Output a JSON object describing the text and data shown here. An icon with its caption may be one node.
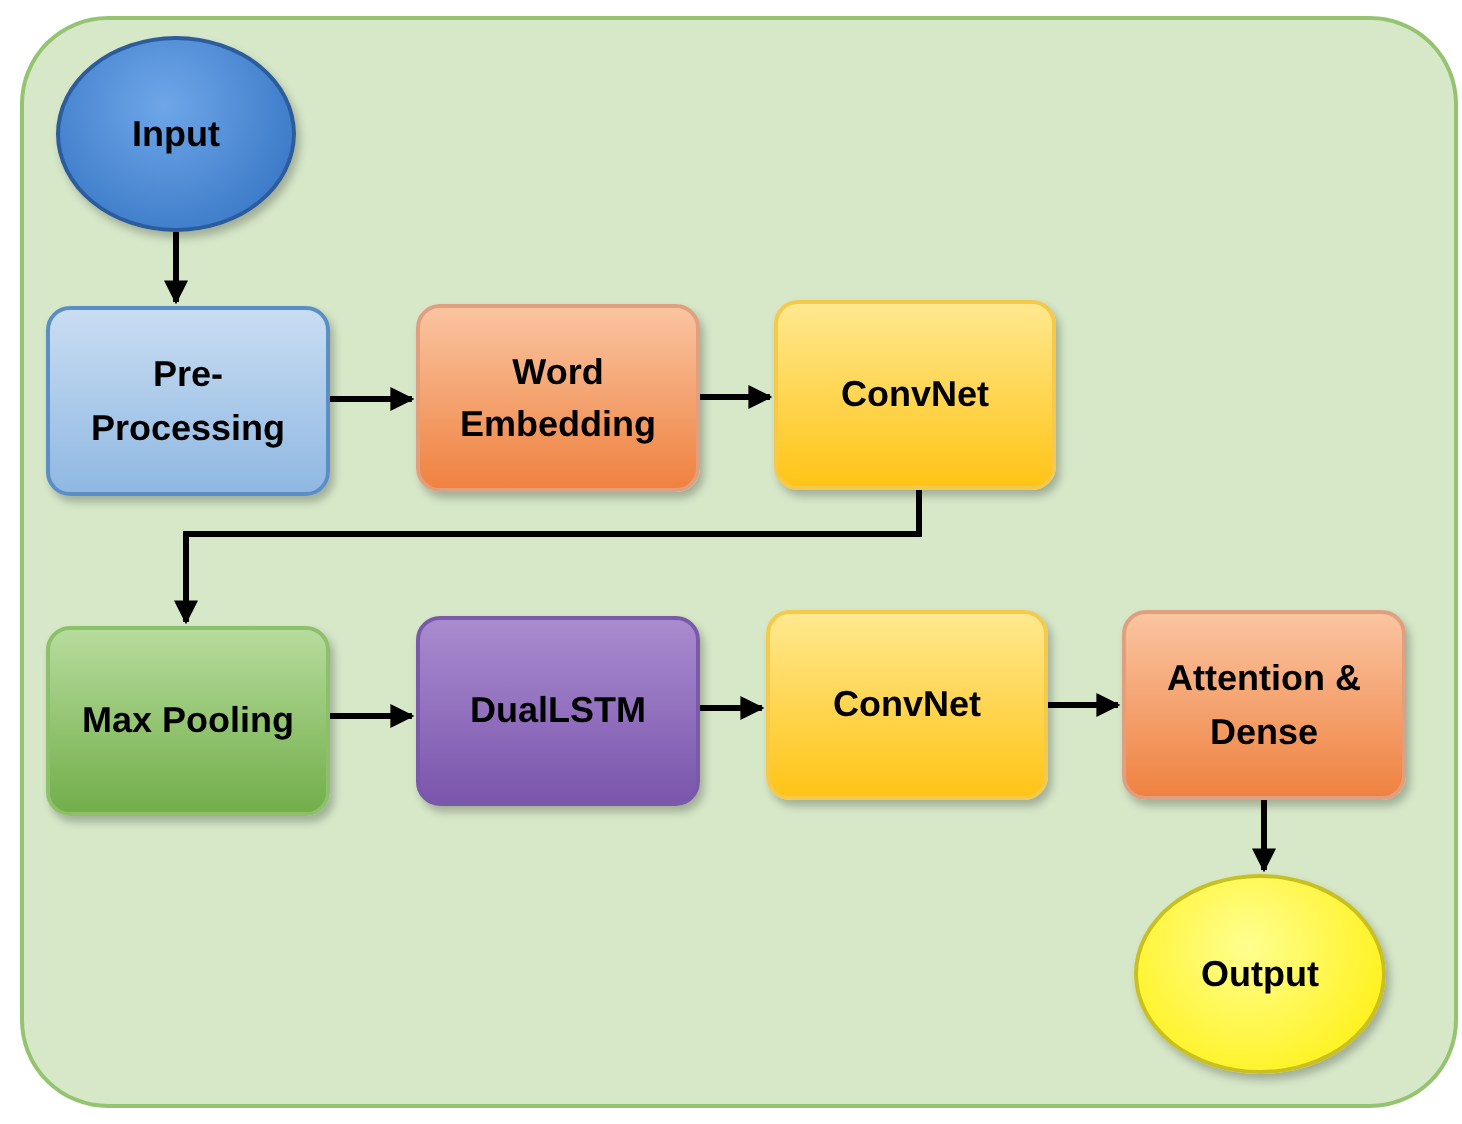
{
  "diagram": {
    "nodes": [
      {
        "text": [
          "Input"
        ]
      },
      {
        "text": [
          "Pre- Processing"
        ]
      },
      {
        "text": [
          "Word Embedding"
        ]
      },
      {
        "text": [
          "ConvNet"
        ]
      },
      {
        "text": [
          "Max Pooling"
        ]
      },
      {
        "text": [
          "DualLSTM"
        ]
      },
      {
        "text": [
          "ConvNet"
        ]
      },
      {
        "text": [
          "Attention & Dense"
        ]
      },
      {
        "text": [
          "Output"
        ]
      }
    ],
    "edges": [
      {
        "from": 0,
        "to": 1,
        "arrow": "to"
      },
      {
        "from": 1,
        "to": 2,
        "arrow": "to"
      },
      {
        "from": 2,
        "to": 3,
        "arrow": "to"
      },
      {
        "from": 3,
        "to": 4,
        "arrow": "to"
      },
      {
        "from": 4,
        "to": 5,
        "arrow": "to"
      },
      {
        "from": 5,
        "to": 6,
        "arrow": "to"
      },
      {
        "from": 6,
        "to": 7,
        "arrow": "to"
      },
      {
        "from": 7,
        "to": 8,
        "arrow": "to"
      }
    ]
  }
}
